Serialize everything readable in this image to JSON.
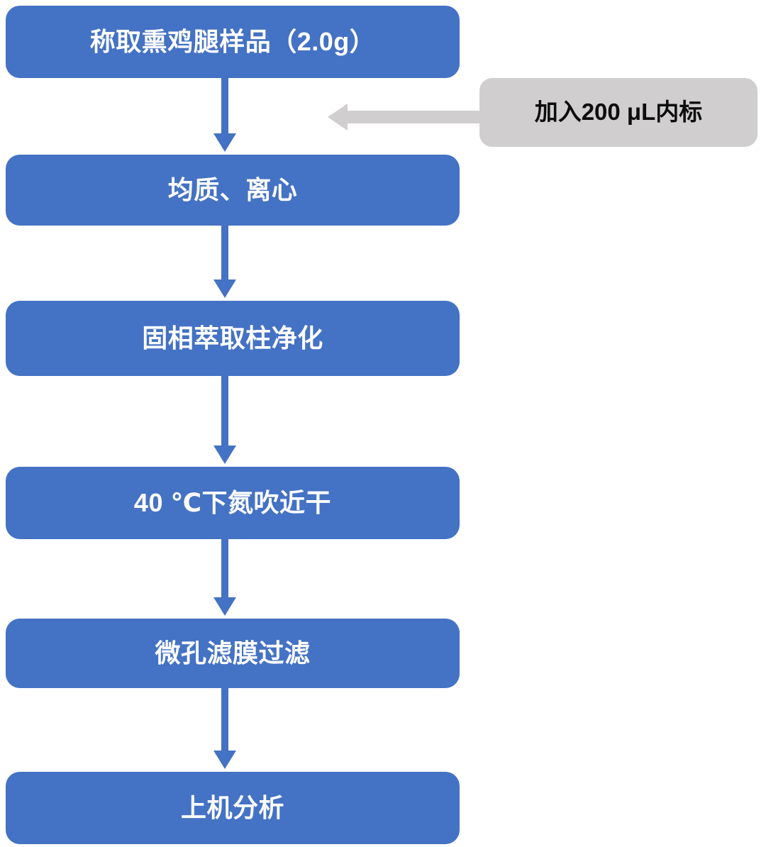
{
  "chart_data": {
    "type": "diagram",
    "title": "",
    "diagram_kind": "flowchart",
    "orientation": "vertical",
    "nodes": [
      {
        "id": "step1",
        "label": "称取熏鸡腿样品（2.0g）",
        "shape": "rounded-rect",
        "fill": "#4472C4",
        "text_color": "#FFFFFF"
      },
      {
        "id": "step2",
        "label": "均质、离心",
        "shape": "rounded-rect",
        "fill": "#4472C4",
        "text_color": "#FFFFFF"
      },
      {
        "id": "step3",
        "label": "固相萃取柱净化",
        "shape": "rounded-rect",
        "fill": "#4472C4",
        "text_color": "#FFFFFF"
      },
      {
        "id": "step4",
        "label": "40 ℃下氮吹近干",
        "shape": "rounded-rect",
        "fill": "#4472C4",
        "text_color": "#FFFFFF"
      },
      {
        "id": "step5",
        "label": "微孔滤膜过滤",
        "shape": "rounded-rect",
        "fill": "#4472C4",
        "text_color": "#FFFFFF"
      },
      {
        "id": "step6",
        "label": "上机分析",
        "shape": "rounded-rect",
        "fill": "#4472C4",
        "text_color": "#FFFFFF"
      },
      {
        "id": "note1",
        "label": "加入200 μL内标",
        "shape": "rounded-rect",
        "fill": "#D0CECE",
        "text_color": "#0D0D0D"
      }
    ],
    "edges": [
      {
        "from": "step1",
        "to": "step2",
        "direction": "down",
        "color": "#4472C4"
      },
      {
        "from": "step2",
        "to": "step3",
        "direction": "down",
        "color": "#4472C4"
      },
      {
        "from": "step3",
        "to": "step4",
        "direction": "down",
        "color": "#4472C4"
      },
      {
        "from": "step4",
        "to": "step5",
        "direction": "down",
        "color": "#4472C4"
      },
      {
        "from": "step5",
        "to": "step6",
        "direction": "down",
        "color": "#4472C4"
      },
      {
        "from": "note1",
        "to": "step1-step2-link",
        "direction": "left",
        "color": "#D0CECE"
      }
    ]
  },
  "colors": {
    "process_fill": "#4472C4",
    "process_text": "#FFFFFF",
    "note_fill": "#D0CECE",
    "note_text": "#0D0D0D",
    "arrow_blue": "#4472C4",
    "arrow_gray": "#D0CECE",
    "background": "#FFFFFF"
  },
  "steps": [
    {
      "label": "称取熏鸡腿样品（2.0g）"
    },
    {
      "label": "均质、离心"
    },
    {
      "label": "固相萃取柱净化"
    },
    {
      "label": "40 ℃下氮吹近干"
    },
    {
      "label": "微孔滤膜过滤"
    },
    {
      "label": "上机分析"
    }
  ],
  "notes": [
    {
      "label": "加入200 μL内标"
    }
  ]
}
